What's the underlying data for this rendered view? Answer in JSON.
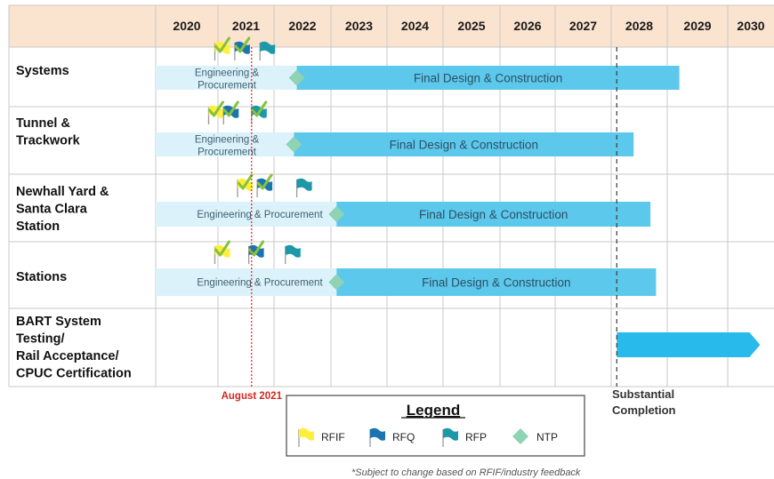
{
  "chart_data": {
    "type": "gantt",
    "years": [
      "2020",
      "2021",
      "2022",
      "2023",
      "2024",
      "2025",
      "2026",
      "2027",
      "2028",
      "2029",
      "2030"
    ],
    "rows": [
      {
        "label_lines": [
          "Systems"
        ],
        "ep": {
          "start": 2020.0,
          "end": 2022.4,
          "label_lines": [
            "Engineering &",
            "Procurement"
          ]
        },
        "fdc": {
          "start": 2022.4,
          "end": 2029.2,
          "label": "Final Design & Construction"
        },
        "ntp": 2022.4,
        "flags": [
          {
            "type": "RFIF",
            "at": 2020.95
          },
          {
            "type": "RFQ",
            "at": 2021.3
          },
          {
            "type": "RFP",
            "at": 2021.75
          }
        ]
      },
      {
        "label_lines": [
          "Tunnel &",
          "Trackwork"
        ],
        "ep": {
          "start": 2020.0,
          "end": 2022.35,
          "label_lines": [
            "Engineering &",
            "Procurement"
          ]
        },
        "fdc": {
          "start": 2022.35,
          "end": 2028.4,
          "label": "Final Design & Construction"
        },
        "ntp": 2022.35,
        "flags": [
          {
            "type": "RFIF",
            "at": 2020.85
          },
          {
            "type": "RFQ",
            "at": 2021.1
          },
          {
            "type": "RFP",
            "at": 2021.6
          }
        ]
      },
      {
        "label_lines": [
          "Newhall Yard &",
          "Santa Clara",
          "Station"
        ],
        "ep": {
          "start": 2020.0,
          "end": 2023.1,
          "label_lines": [
            "Engineering & Procurement"
          ]
        },
        "fdc": {
          "start": 2023.1,
          "end": 2028.7,
          "label": "Final Design & Construction"
        },
        "ntp": 2023.1,
        "flags": [
          {
            "type": "RFIF",
            "at": 2021.35
          },
          {
            "type": "RFQ",
            "at": 2021.7
          },
          {
            "type": "RFP",
            "at": 2022.4
          }
        ]
      },
      {
        "label_lines": [
          "Stations"
        ],
        "ep": {
          "start": 2020.0,
          "end": 2023.1,
          "label_lines": [
            "Engineering & Procurement"
          ]
        },
        "fdc": {
          "start": 2023.1,
          "end": 2028.8,
          "label": "Final Design & Construction"
        },
        "ntp": 2023.1,
        "flags": [
          {
            "type": "RFIF",
            "at": 2020.95
          },
          {
            "type": "RFQ",
            "at": 2021.55
          },
          {
            "type": "RFP",
            "at": 2022.2
          }
        ]
      },
      {
        "label_lines": [
          "BART System",
          "Testing/",
          "Rail Acceptance/",
          "CPUC Certification"
        ],
        "testing": {
          "start": 2028.1,
          "end": 2030.7
        }
      }
    ],
    "markers": [
      {
        "label": "August 2021",
        "at": 2021.6,
        "color": "#e0322a",
        "style": "dotted"
      },
      {
        "label_lines": [
          "Substantial",
          "Completion"
        ],
        "at": 2028.1,
        "color": "#444444",
        "style": "dashed"
      }
    ],
    "legend": {
      "title": "Legend",
      "items": [
        {
          "type": "RFIF",
          "label": "RFIF"
        },
        {
          "type": "RFQ",
          "label": "RFQ"
        },
        {
          "type": "RFP",
          "label": "RFP"
        },
        {
          "type": "NTP",
          "label": "NTP"
        }
      ]
    },
    "footnote": "*Subject to change based on RFIF/industry feedback",
    "colors": {
      "header_bg": "#fae3cf",
      "grid": "#c9c9c9",
      "ep_bar": "#dcf2fa",
      "fdc_bar": "#5cc8ec",
      "testing_bar": "#29baec",
      "ntp": "#8dd3b4",
      "flag_rfif": "#ffee3b",
      "flag_rfq": "#1a74b0",
      "flag_rfp": "#1c98a8",
      "check": "#86c23c"
    }
  }
}
